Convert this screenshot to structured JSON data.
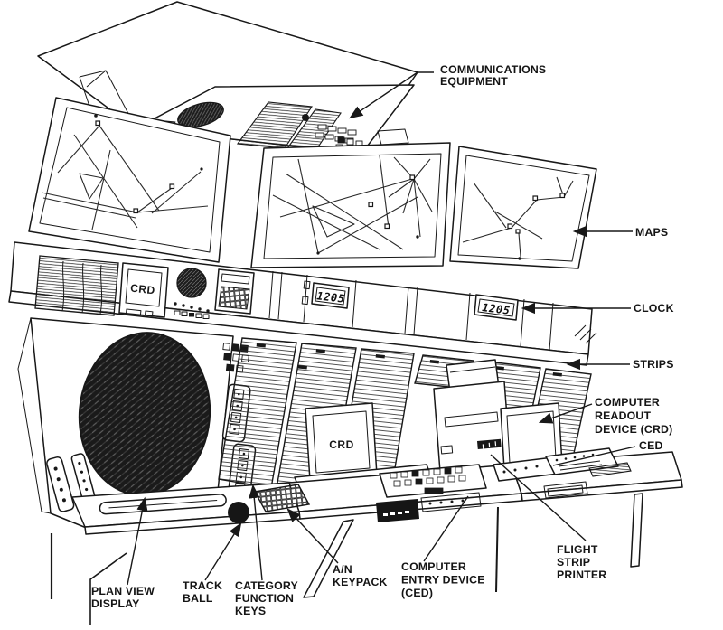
{
  "labels": {
    "communications_equipment": {
      "lines": [
        "COMMUNICATIONS",
        "EQUIPMENT"
      ]
    },
    "maps": {
      "lines": [
        "MAPS"
      ]
    },
    "clock": {
      "lines": [
        "CLOCK"
      ]
    },
    "strips": {
      "lines": [
        "STRIPS"
      ]
    },
    "computer_readout_device": {
      "lines": [
        "COMPUTER",
        "READOUT",
        "DEVICE (CRD)"
      ]
    },
    "ced": {
      "lines": [
        "CED"
      ]
    },
    "flight_strip_printer": {
      "lines": [
        "FLIGHT",
        "STRIP",
        "PRINTER"
      ]
    },
    "computer_entry_device": {
      "lines": [
        "COMPUTER",
        "ENTRY DEVICE",
        "(CED)"
      ]
    },
    "an_keypack": {
      "lines": [
        "A/N",
        "KEYPACK"
      ]
    },
    "category_function_keys": {
      "lines": [
        "CATEGORY",
        "FUNCTION",
        "KEYS"
      ]
    },
    "track_ball": {
      "lines": [
        "TRACK",
        "BALL"
      ]
    },
    "plan_view_display": {
      "lines": [
        "PLAN VIEW",
        "DISPLAY"
      ]
    }
  },
  "screens": {
    "eyebrow_crd_label": "CRD",
    "console_crd_label": "CRD",
    "clock_time_center": "1205",
    "clock_time_right": "1205"
  },
  "colors": {
    "ink": "#181818",
    "paper": "#ffffff"
  }
}
